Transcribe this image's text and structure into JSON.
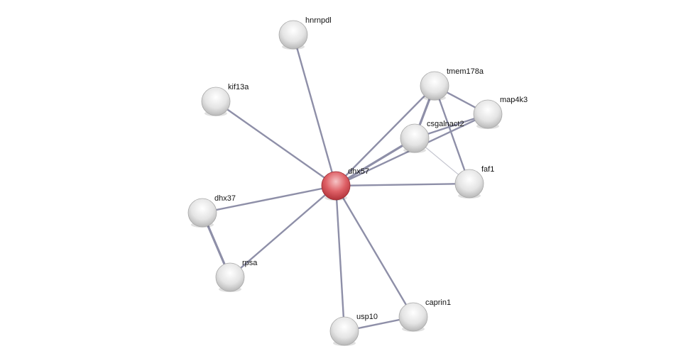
{
  "network": {
    "query_node": "dhx57",
    "colors": {
      "query": "#d9434b",
      "node": "#e8e8e8",
      "edge": "#8e8fa8",
      "edge_weak": "#c4c5cf"
    },
    "nodes": [
      {
        "id": "hnrnpdl",
        "label": "hnrnpdl"
      },
      {
        "id": "kif13a",
        "label": "kif13a"
      },
      {
        "id": "tmem178a",
        "label": "tmem178a"
      },
      {
        "id": "map4k3",
        "label": "map4k3"
      },
      {
        "id": "csgalnact2",
        "label": "csgalnact2"
      },
      {
        "id": "dhx57",
        "label": "dhx57"
      },
      {
        "id": "faf1",
        "label": "faf1"
      },
      {
        "id": "dhx37",
        "label": "dhx37"
      },
      {
        "id": "rpsa",
        "label": "rpsa"
      },
      {
        "id": "usp10",
        "label": "usp10"
      },
      {
        "id": "caprin1",
        "label": "caprin1"
      }
    ],
    "edges": [
      {
        "source": "dhx57",
        "target": "hnrnpdl",
        "strength": "medium"
      },
      {
        "source": "dhx57",
        "target": "kif13a",
        "strength": "medium"
      },
      {
        "source": "dhx57",
        "target": "tmem178a",
        "strength": "medium"
      },
      {
        "source": "dhx57",
        "target": "csgalnact2",
        "strength": "strong"
      },
      {
        "source": "dhx57",
        "target": "map4k3",
        "strength": "medium"
      },
      {
        "source": "dhx57",
        "target": "faf1",
        "strength": "medium"
      },
      {
        "source": "dhx57",
        "target": "dhx37",
        "strength": "medium"
      },
      {
        "source": "dhx57",
        "target": "rpsa",
        "strength": "medium"
      },
      {
        "source": "dhx57",
        "target": "usp10",
        "strength": "medium"
      },
      {
        "source": "dhx57",
        "target": "caprin1",
        "strength": "medium"
      },
      {
        "source": "tmem178a",
        "target": "csgalnact2",
        "strength": "strong"
      },
      {
        "source": "tmem178a",
        "target": "map4k3",
        "strength": "medium"
      },
      {
        "source": "tmem178a",
        "target": "faf1",
        "strength": "medium"
      },
      {
        "source": "csgalnact2",
        "target": "map4k3",
        "strength": "medium"
      },
      {
        "source": "csgalnact2",
        "target": "faf1",
        "strength": "weak"
      },
      {
        "source": "dhx37",
        "target": "rpsa",
        "strength": "strong"
      },
      {
        "source": "usp10",
        "target": "caprin1",
        "strength": "medium"
      }
    ]
  }
}
